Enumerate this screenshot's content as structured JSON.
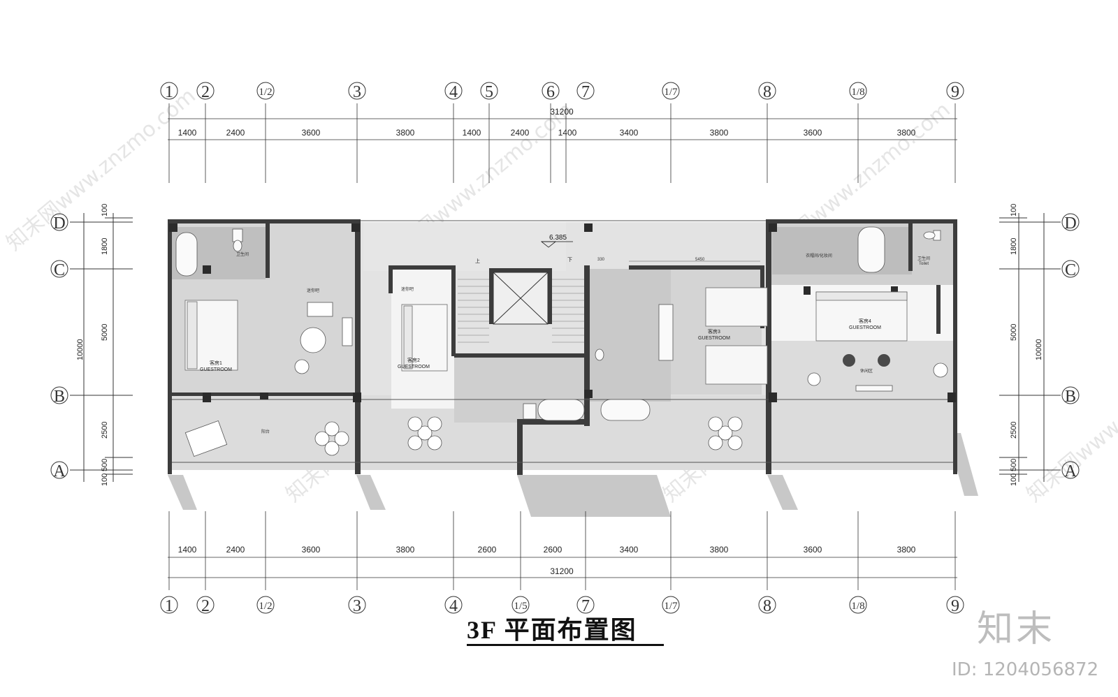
{
  "title": "3F 平面布置图",
  "watermark": {
    "logo_text": "知末",
    "id_text": "ID: 1204056872",
    "site_text": "知末网www.znzmo.com"
  },
  "top_axes": [
    "1",
    "2",
    "1/2",
    "3",
    "4",
    "5",
    "6",
    "7",
    "1/7",
    "8",
    "1/8",
    "9"
  ],
  "bottom_axes": [
    "1",
    "2",
    "1/2",
    "3",
    "4",
    "1/5",
    "7",
    "1/7",
    "8",
    "1/8",
    "9"
  ],
  "side_axes": [
    "D",
    "C",
    "B",
    "A"
  ],
  "top_dims": [
    "1400",
    "2400",
    "3600",
    "3800",
    "1400",
    "2400",
    "1400",
    "3400",
    "3800",
    "3600",
    "3800"
  ],
  "bottom_dims": [
    "1400",
    "2400",
    "3600",
    "3800",
    "2600",
    "2600",
    "3400",
    "3800",
    "3600",
    "3800"
  ],
  "total_dim": "31200",
  "side_dims": [
    "100",
    "1800",
    "5000",
    "2500",
    "500",
    "100"
  ],
  "side_total": "10000",
  "level_mark": "6.385",
  "stair_up": "上",
  "stair_down": "下",
  "rooms": {
    "guestroom1": {
      "cn": "客房1",
      "en": "GUESTROOM"
    },
    "guestroom2": {
      "cn": "客房2",
      "en": "GUESTROOM"
    },
    "guestroom3": {
      "cn": "客房3",
      "en": "GUESTROOM"
    },
    "guestroom4": {
      "cn": "客房4",
      "en": "GUESTROOM"
    },
    "bathroom1": "卫生间",
    "minibar1": "迷你吧",
    "minibar2": "迷你吧",
    "balcony": "阳台",
    "closet": "衣帽间/化妆间",
    "bathroom4": "卫生间",
    "bathroom4_en": "Toilet",
    "lounge": "休闲区"
  },
  "small_dims": {
    "d330": "330",
    "d5450": "5450"
  },
  "colors": {
    "wall": "#3c3c3c",
    "floor": "#d9d9d9",
    "floor_dark": "#c4c4c4",
    "shadow": "#bfbfbf",
    "line": "#333333"
  }
}
